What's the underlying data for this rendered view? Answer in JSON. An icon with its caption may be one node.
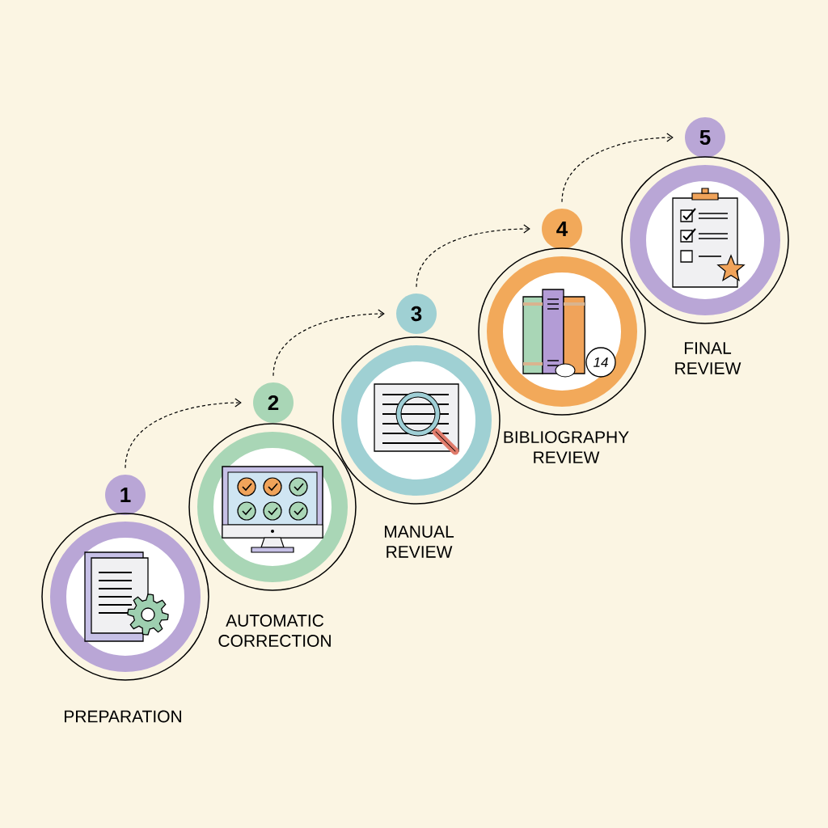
{
  "diagram": {
    "nodes": [
      {
        "text": [
          "1"
        ]
      },
      {
        "text": [
          "PREPARATION"
        ]
      },
      {
        "text": [
          "2"
        ]
      },
      {
        "text": [
          "AUTOMATIC CORRECTION"
        ]
      },
      {
        "text": [
          "3"
        ]
      },
      {
        "text": [
          "MANUAL REVIEW"
        ]
      },
      {
        "text": [
          "4"
        ]
      },
      {
        "text": [
          "BIBLIOGRAPHY REVIEW"
        ]
      },
      {
        "text": [
          "5"
        ]
      },
      {
        "text": [
          "FINAL REVIEW"
        ]
      }
    ],
    "edges": [
      {
        "from": 0,
        "to": 2,
        "arrow": "to",
        "style": "dashed"
      },
      {
        "from": 2,
        "to": 4,
        "arrow": "to",
        "style": "dashed"
      },
      {
        "from": 4,
        "to": 6,
        "arrow": "to",
        "style": "dashed"
      },
      {
        "from": 6,
        "to": 8,
        "arrow": "to",
        "style": "dashed"
      }
    ],
    "labels": [
      "14"
    ]
  }
}
